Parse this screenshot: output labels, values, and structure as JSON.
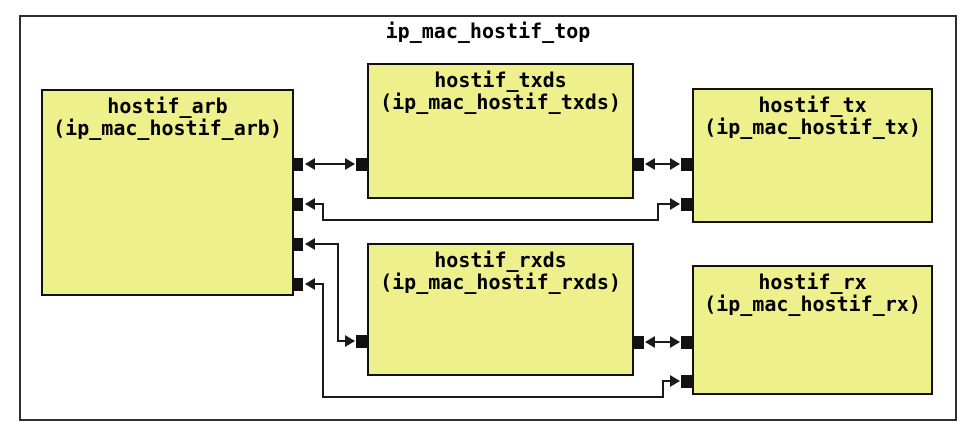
{
  "diagram": {
    "title": "ip_mac_hostif_top",
    "colors": {
      "module_fill": "#eef08c",
      "module_border": "#111111",
      "line": "#1a1a1a",
      "outer_border": "#303030",
      "background": "#ffffff"
    },
    "modules": [
      {
        "id": "hostif_arb",
        "name": "hostif_arb",
        "instance": "(ip_mac_hostif_arb)"
      },
      {
        "id": "hostif_txds",
        "name": "hostif_txds",
        "instance": "(ip_mac_hostif_txds)"
      },
      {
        "id": "hostif_tx",
        "name": "hostif_tx",
        "instance": "(ip_mac_hostif_tx)"
      },
      {
        "id": "hostif_rxds",
        "name": "hostif_rxds",
        "instance": "(ip_mac_hostif_rxds)"
      },
      {
        "id": "hostif_rx",
        "name": "hostif_rx",
        "instance": "(ip_mac_hostif_rx)"
      }
    ],
    "connections": [
      {
        "from": "hostif_arb",
        "to": "hostif_txds",
        "type": "bidirectional",
        "route": "direct"
      },
      {
        "from": "hostif_txds",
        "to": "hostif_tx",
        "type": "bidirectional",
        "route": "direct"
      },
      {
        "from": "hostif_arb",
        "to": "hostif_tx",
        "type": "bidirectional",
        "route": "below hostif_txds"
      },
      {
        "from": "hostif_arb",
        "to": "hostif_rxds",
        "type": "bidirectional",
        "route": "down-left of hostif_rxds"
      },
      {
        "from": "hostif_rxds",
        "to": "hostif_rx",
        "type": "bidirectional",
        "route": "direct"
      },
      {
        "from": "hostif_arb",
        "to": "hostif_rx",
        "type": "bidirectional",
        "route": "below hostif_rxds"
      }
    ]
  }
}
